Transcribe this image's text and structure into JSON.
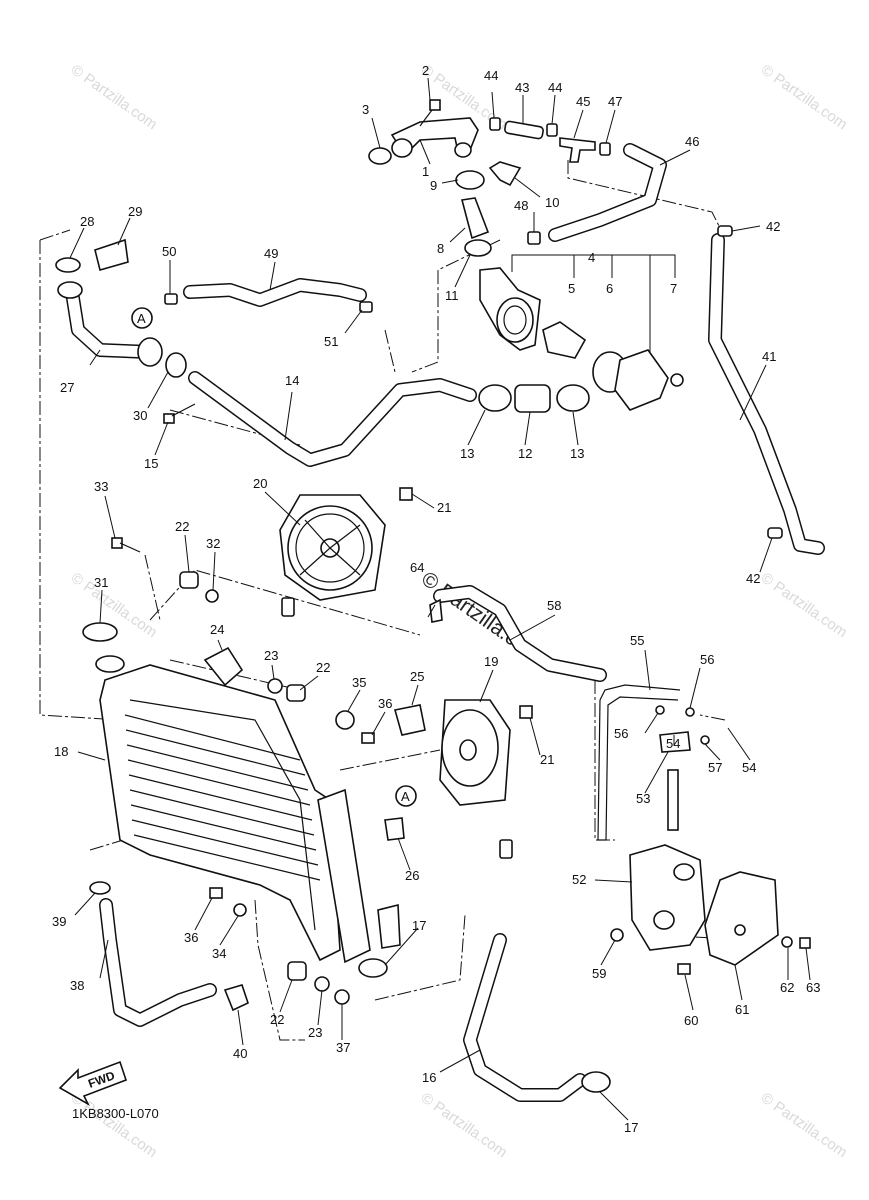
{
  "diagram_code": "1KB8300-L070",
  "watermark_small": "© Partzilla.com",
  "watermark_center": "© Partzilla.com",
  "fwd_label": "FWD",
  "ref_marker": "A",
  "callouts": {
    "c1": "1",
    "c2": "2",
    "c3": "3",
    "c4": "4",
    "c5": "5",
    "c6": "6",
    "c7": "7",
    "c8": "8",
    "c9": "9",
    "c10": "10",
    "c11": "11",
    "c12": "12",
    "c13a": "13",
    "c13b": "13",
    "c14": "14",
    "c15": "15",
    "c16": "16",
    "c17a": "17",
    "c17b": "17",
    "c18": "18",
    "c19": "19",
    "c20": "20",
    "c21a": "21",
    "c21b": "21",
    "c22a": "22",
    "c22b": "22",
    "c22c": "22",
    "c23a": "23",
    "c23b": "23",
    "c24": "24",
    "c25": "25",
    "c26": "26",
    "c27": "27",
    "c28": "28",
    "c29": "29",
    "c30": "30",
    "c31": "31",
    "c32": "32",
    "c33": "33",
    "c34": "34",
    "c35": "35",
    "c36a": "36",
    "c36b": "36",
    "c37": "37",
    "c38": "38",
    "c39": "39",
    "c40": "40",
    "c41": "41",
    "c42a": "42",
    "c42b": "42",
    "c43": "43",
    "c44a": "44",
    "c44b": "44",
    "c45": "45",
    "c46": "46",
    "c47": "47",
    "c48": "48",
    "c49": "49",
    "c50": "50",
    "c51": "51",
    "c52": "52",
    "c53": "53",
    "c54a": "54",
    "c54b": "54",
    "c55": "55",
    "c56a": "56",
    "c56b": "56",
    "c57": "57",
    "c58": "58",
    "c59": "59",
    "c60": "60",
    "c61": "61",
    "c62": "62",
    "c63": "63",
    "c64": "64"
  }
}
